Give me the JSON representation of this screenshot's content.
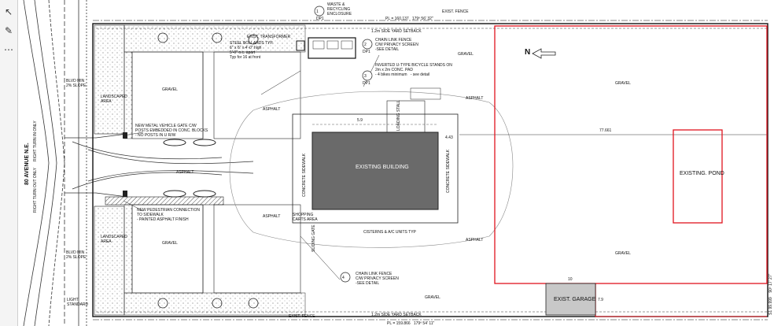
{
  "toolbar": {
    "tools": [
      {
        "name": "select-tool",
        "icon": "cursor-icon",
        "glyph": "↖"
      },
      {
        "name": "markup-tool",
        "icon": "pen-icon",
        "glyph": "✎"
      },
      {
        "name": "more-tool",
        "icon": "more-icon",
        "glyph": "⋯"
      }
    ]
  },
  "drawing": {
    "street": "80 AVENUE N.E.",
    "right_turn_in": "RIGHT TURN IN ONLY",
    "right_turn_out": "RIGHT TURN OUT ONLY",
    "blvd_top": "BLVD MIN\n2% SLOPE",
    "blvd_bottom": "BLVD MIN\n2% SLOPE",
    "light_standard": "LIGHT\nSTANDARD",
    "landscaped_top": "LANDSCAPED\nAREA",
    "landscaped_bottom": "LANDSCAPED\nAREA",
    "vehicle_gate": "NEW METAL VEHICLE GATE C/W\nPOSTS EMBEDDED IN CONC. BLOCKS\n- NO POSTS IN U R/W",
    "ped_connection": "NEW PEDESTRIAN CONNECTION\nTO SIDEWALK\n- PAINTED ASPHALT FINISH",
    "steel_bollards": "STEEL BOLLARDS TYP.\n6\" x 6\" x 4'-0\" high\n5'-0\" o.c. apart\nTyp for 16 at front",
    "exist_transformer": "EXIST. TRANSFORMER",
    "waste_enclosure": "WASTE &\nRECYCLING\nENCLOSURE",
    "chain_fence_top": "CHAIN LINK FENCE\nC/W PRIVACY SCREEN\n-SEE DETAIL",
    "bike_stands": "INVERTED U-TYPE BICYCLE STANDS ON\n2m x 2m CONC. PAD\n- 4 bikes minimum   - see detail",
    "chain_fence_bottom": "CHAIN LINK FENCE\nC/W PRIVACY SCREEN\n-SEE DETAIL",
    "dp1_a": "DP1",
    "dp1_b": "DP1",
    "dp1_c": "DP1",
    "tag_1": "1",
    "tag_2": "2",
    "tag_3": "3",
    "tag_4": "4",
    "pl_top": "PL = 160.137   179º 56' 32\"",
    "pl_bottom": "PL = 159.866   179º 54' 11\"",
    "setback_top": "1.2m SIDE YARD SETBACK",
    "setback_bottom": "1.2m SIDE YARD SETBACK",
    "exist_fence_top": "EXIST. FENCE",
    "exist_fence_bottom": "EXIST. FENCE",
    "existing_building": "EXISTING BUILDING",
    "existing_pond": "EXISTING. POND",
    "exist_garage": "EXIST. GARAGE",
    "north": "N",
    "concrete_sidewalk_left": "CONCRETE SIDEWALK",
    "concrete_sidewalk_right": "CONCRETE SIDEWALK",
    "loading_stall": "LOADING STALL",
    "cisterns": "CISTERNS & A/C UNITS TYP",
    "shopping_carts": "SHOPPING\nCARTS AREA",
    "sliding_gate": "SLIDING GATE",
    "asphalt": "ASPHALT",
    "gravel": "GRAVEL",
    "dim_77": "77.661",
    "dim_10": "10",
    "dim_79": "7.9",
    "dim_43": "4.43",
    "dim_59": "5.9",
    "side_right": "S1 99.999    90º 17' 27\""
  },
  "colors": {
    "building": "#6a6a6a",
    "garage": "#c8c8c8",
    "red": "#e0141e",
    "line": "#222222"
  }
}
